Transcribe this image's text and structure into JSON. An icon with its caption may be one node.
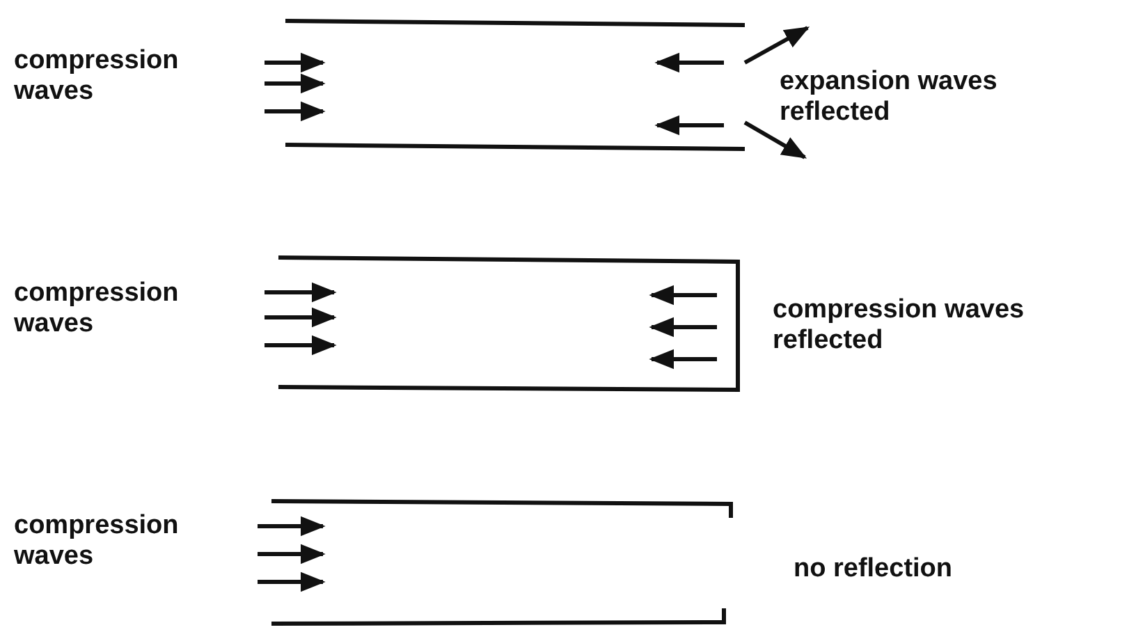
{
  "diagram": {
    "labels": [
      "compression waves",
      "expansion waves reflected",
      "compression waves",
      "compression waves reflected",
      "compression waves",
      "no reflection"
    ]
  }
}
